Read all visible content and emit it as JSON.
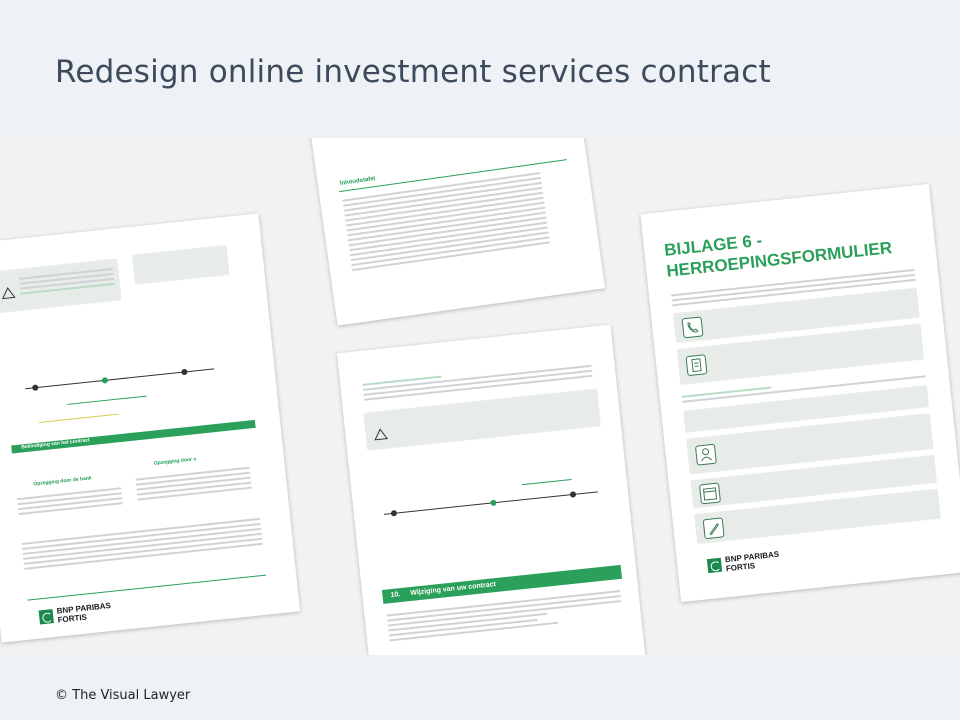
{
  "header": {
    "title": "Redesign online investment services contract"
  },
  "footer": {
    "copyright": "© The Visual Lawyer"
  },
  "pages": {
    "left": {
      "logo_line1": "BNP PARIBAS",
      "logo_line2": "FORTIS",
      "section_title": "Beëindiging van het contract",
      "col1_heading": "Opzegging door de bank",
      "col2_heading": "Opzegging door u"
    },
    "top_center": {
      "toc_heading": "Inhoudstafel"
    },
    "bottom_center": {
      "section_number": "10.",
      "section_title": "Wijziging van uw contract"
    },
    "right": {
      "heading_line1": "BIJLAGE 6 -",
      "heading_line2": "HERROEPINGSFORMULIER",
      "logo_line1": "BNP PARIBAS",
      "logo_line2": "FORTIS"
    }
  },
  "colors": {
    "brand_green": "#2aa05a",
    "title_text": "#3c4a5c"
  }
}
